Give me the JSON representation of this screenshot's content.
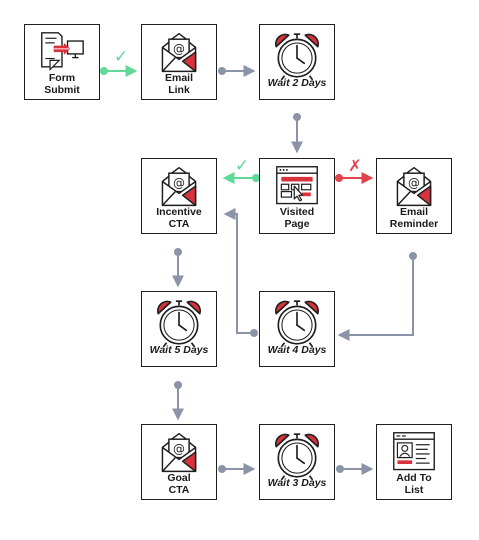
{
  "colors": {
    "connector": "#8a93a8",
    "success": "#5fd898",
    "failure": "#e0434b",
    "outline": "#1e1e1e",
    "accent": "#d8323c"
  },
  "nodes": {
    "form_submit": {
      "label_1": "Form",
      "label_2": "Submit",
      "icon": "form-to-screen-icon"
    },
    "email_link": {
      "label_1": "Email",
      "label_2": "Link",
      "icon": "envelope-at-icon"
    },
    "wait_2_days": {
      "label": "Wait 2 Days",
      "icon": "alarm-clock-icon"
    },
    "incentive_cta": {
      "label_1": "Incentive",
      "label_2": "CTA",
      "icon": "envelope-at-icon"
    },
    "visited_page": {
      "label_1": "Visited",
      "label_2": "Page",
      "icon": "webpage-cursor-icon"
    },
    "email_reminder": {
      "label_1": "Email",
      "label_2": "Reminder",
      "icon": "envelope-at-icon"
    },
    "wait_5_days": {
      "label": "Wait 5 Days",
      "icon": "alarm-clock-icon"
    },
    "wait_4_days": {
      "label": "Wait 4 Days",
      "icon": "alarm-clock-icon"
    },
    "goal_cta": {
      "label_1": "Goal",
      "label_2": "CTA",
      "icon": "envelope-at-icon"
    },
    "wait_3_days": {
      "label": "Wait 3 Days",
      "icon": "alarm-clock-icon"
    },
    "add_to_list": {
      "label_1": "Add To",
      "label_2": "List",
      "icon": "profile-card-icon"
    }
  },
  "markers": {
    "yes": "✓",
    "no": "✗"
  }
}
